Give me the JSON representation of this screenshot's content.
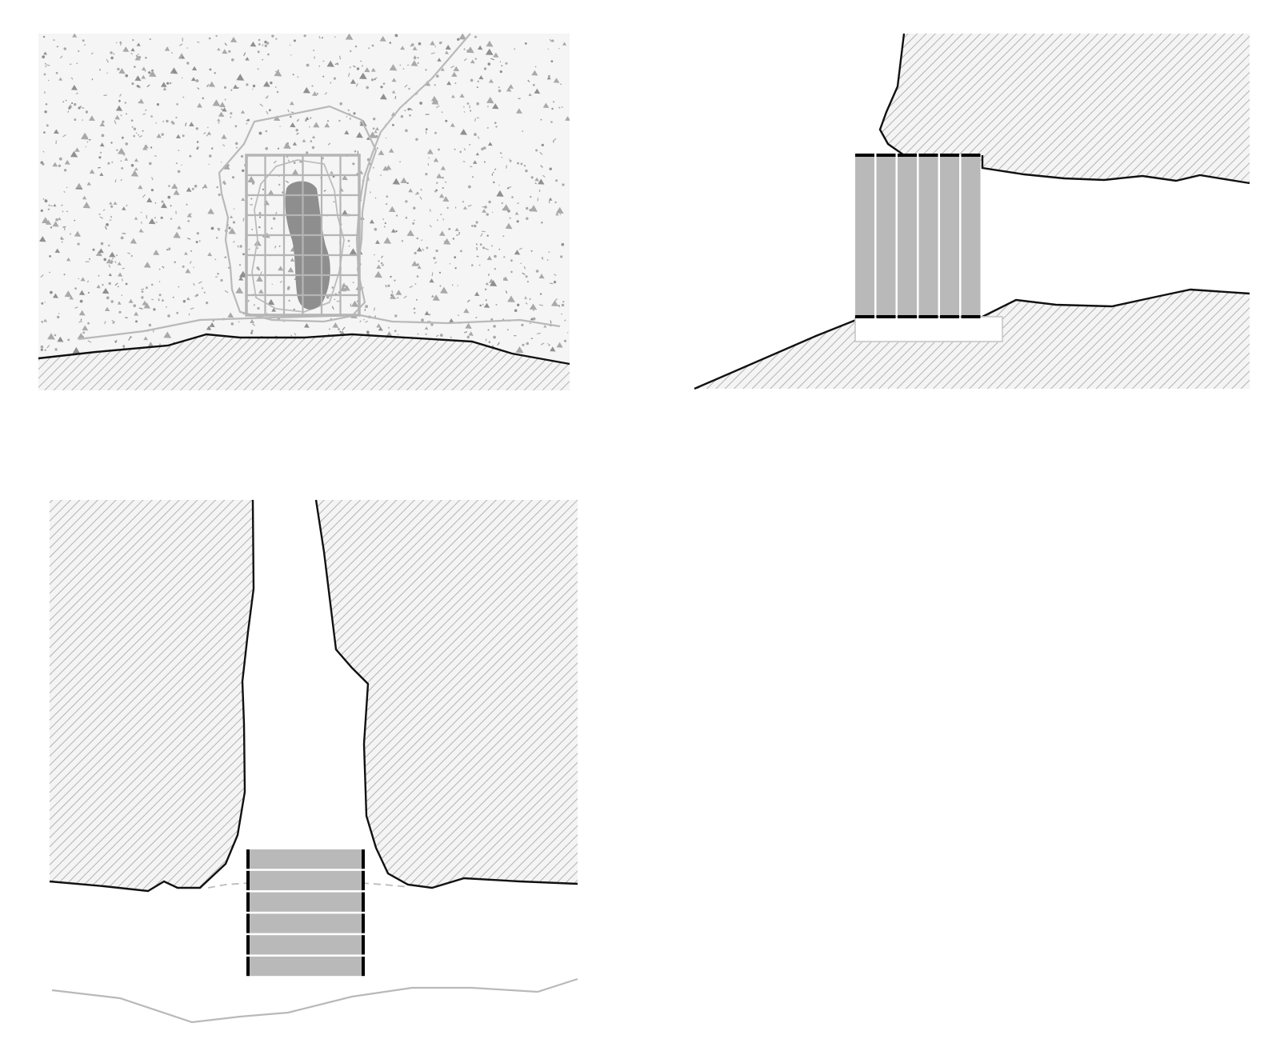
{
  "drawing": {
    "kind": "architectural-detail-drawings",
    "panel_count": 3,
    "colors": {
      "background": "#ffffff",
      "outline": "#111111",
      "hatch": "#b3b3b3",
      "hatch_background": "#f4f4f4",
      "aggregate_speckle": "#a9a9a9",
      "aggregate_fill": "#f5f5f5",
      "light_line": "#b9b9b9",
      "grid_frame": "#b5b5b5",
      "dark_stone": "#8e8e8e",
      "slab_fill": "#b9b9b9",
      "slab_edge": "#000000",
      "dashed_joint": "#bdbdbd"
    },
    "panels": [
      {
        "name": "plan-grate-in-aggregate",
        "grid_columns": 6,
        "grid_rows": 8
      },
      {
        "name": "section-vertical-slabs-between-rock",
        "slab_count": 6
      },
      {
        "name": "section-horizontal-slabs-in-crevice",
        "slab_count": 6
      }
    ]
  }
}
